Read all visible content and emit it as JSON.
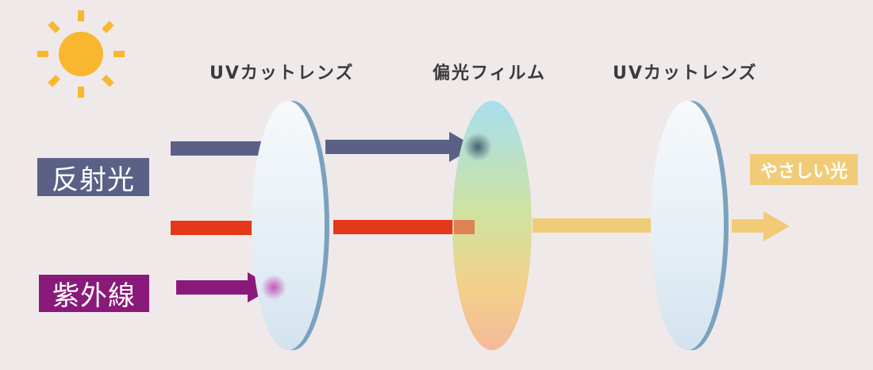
{
  "labels": {
    "lens_left": "UVカットレンズ",
    "film": "偏光フィルム",
    "lens_right": "UVカットレンズ",
    "reflected": "反射光",
    "uv": "紫外線",
    "gentle": "やさしい光"
  },
  "colors": {
    "background": "#efe9ea",
    "sun": "#f8b72e",
    "reflected": "#5b6186",
    "red_light": "#e5371a",
    "uv": "#8a1a7a",
    "gentle": "#f1cc78",
    "lens_edge": "#7aa2bf"
  },
  "icons": {
    "sun": "sun-icon"
  }
}
